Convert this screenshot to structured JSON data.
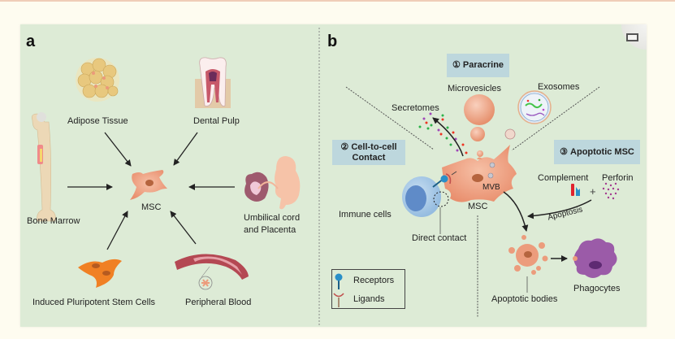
{
  "colors": {
    "page_background": "#fefcf0",
    "figure_background": "#ddebd6",
    "label_box": "#bdd7dd",
    "msc_cell": "#ec9c7c",
    "immune_cell": "#a9c8e6",
    "phagocyte": "#9b5ba8",
    "receptor": "#2a8fc8",
    "ligand": "#c0504d"
  },
  "panel_a": {
    "letter": "a",
    "center_label": "MSC",
    "sources": [
      {
        "label": "Adipose Tissue",
        "icon": "adipose-tissue-icon"
      },
      {
        "label": "Dental Pulp",
        "icon": "tooth-icon"
      },
      {
        "label": "Bone Marrow",
        "icon": "bone-icon"
      },
      {
        "label": "Umbilical cord",
        "label2": "and Placenta",
        "icon": "fetus-placenta-icon"
      },
      {
        "label": "Induced Pluripotent Stem Cells",
        "icon": "ipsc-icon"
      },
      {
        "label": "Peripheral Blood",
        "icon": "blood-vessel-icon"
      }
    ]
  },
  "panel_b": {
    "letter": "b",
    "mechanisms": [
      {
        "number": "①",
        "title": "Paracrine"
      },
      {
        "number": "②",
        "title": "Cell-to-cell",
        "title2": "Contact"
      },
      {
        "number": "③",
        "title": "Apoptotic MSC"
      }
    ],
    "labels": {
      "microvesicles": "Microvesicles",
      "exosomes": "Exosomes",
      "secretomes": "Secretomes",
      "mvb": "MVB",
      "msc": "MSC",
      "immune_cells": "Immune cells",
      "direct_contact": "Direct contact",
      "complement": "Complement",
      "perforin": "Perforin",
      "plus": "+",
      "apoptosis": "Apoptosis",
      "apoptotic_bodies": "Apoptotic bodies",
      "phagocytes": "Phagocytes"
    },
    "legend": [
      {
        "label": "Receptors",
        "icon": "receptor-icon"
      },
      {
        "label": "Ligands",
        "icon": "ligand-icon"
      }
    ]
  },
  "controls": {
    "expand_button": "expand-icon"
  }
}
